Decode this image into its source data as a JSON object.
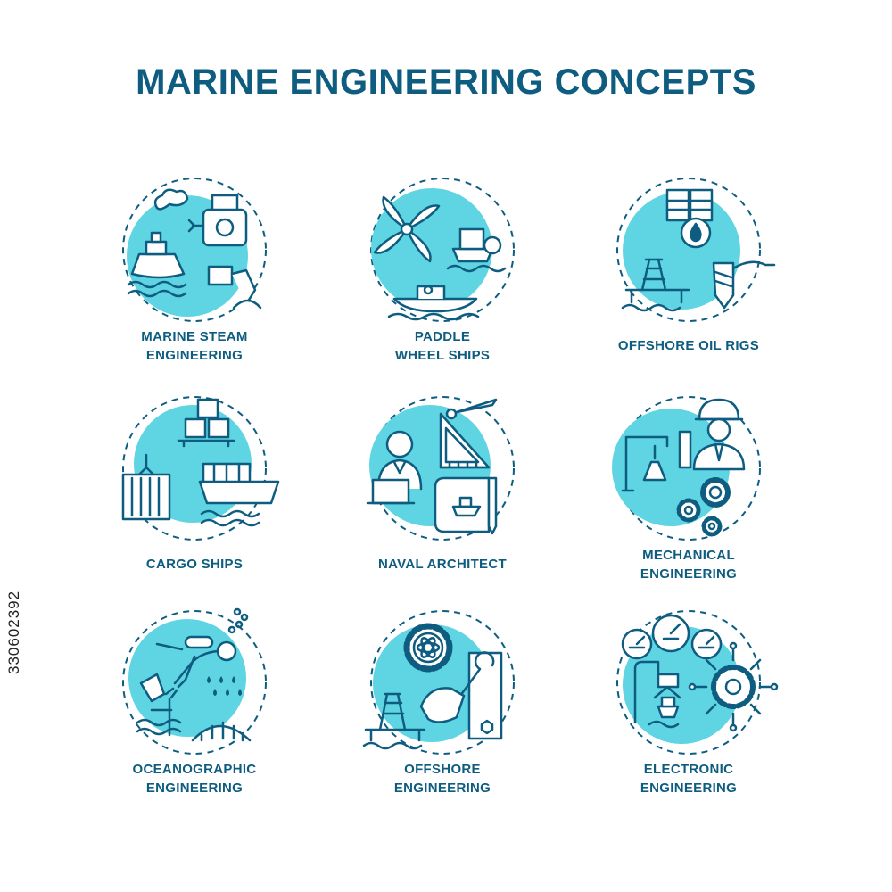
{
  "title": "MARINE ENGINEERING CONCEPTS",
  "side_id": "330602392",
  "colors": {
    "accent_fill": "#5fd4e2",
    "stroke": "#0e5d80",
    "text": "#0e5d80"
  },
  "concepts": [
    {
      "name": "marine-steam-engineering",
      "icon": "steam-engine-ship-icon",
      "lines": [
        "MARINE STEAM",
        "ENGINEERING"
      ]
    },
    {
      "name": "paddle-wheel-ships",
      "icon": "paddle-wheel-icon",
      "lines": [
        "PADDLE",
        "WHEEL SHIPS"
      ]
    },
    {
      "name": "offshore-oil-rigs",
      "icon": "oil-rig-icon",
      "lines": [
        "OFFSHORE OIL RIGS"
      ]
    },
    {
      "name": "cargo-ships",
      "icon": "cargo-ship-icon",
      "lines": [
        "CARGO SHIPS"
      ]
    },
    {
      "name": "naval-architect",
      "icon": "naval-architect-icon",
      "lines": [
        "NAVAL ARCHITECT"
      ]
    },
    {
      "name": "mechanical-engineering",
      "icon": "engineer-gears-icon",
      "lines": [
        "MECHANICAL",
        "ENGINEERING"
      ]
    },
    {
      "name": "oceanographic-engineering",
      "icon": "diver-icon",
      "lines": [
        "OCEANOGRAPHIC",
        "ENGINEERING"
      ]
    },
    {
      "name": "offshore-engineering",
      "icon": "offshore-gear-icon",
      "lines": [
        "OFFSHORE",
        "ENGINEERING"
      ]
    },
    {
      "name": "electronic-engineering",
      "icon": "gauges-circuit-icon",
      "lines": [
        "ELECTRONIC",
        "ENGINEERING"
      ]
    }
  ]
}
